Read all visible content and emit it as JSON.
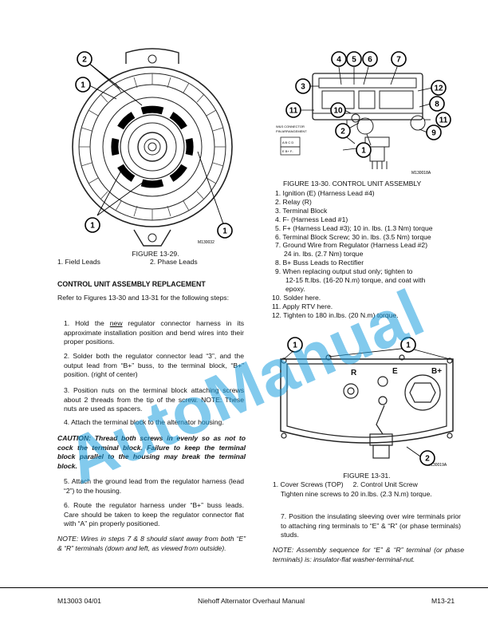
{
  "figure29": {
    "code": "M130032",
    "caption": "FIGURE 13-29.",
    "legend_1": "1. Field Leads",
    "legend_2": "2. Phase Leads",
    "callouts": [
      "2",
      "1",
      "1",
      "1"
    ]
  },
  "figure30": {
    "code": "M130018A",
    "caption": "FIGURE 13-30. CONTROL UNIT ASSEMBLY",
    "connector_title_1": "W&S CONNECTOR",
    "connector_title_2": "PIN ARRANGEMENT",
    "connector_pins_top": "A B C D",
    "connector_pins_bottom": "E B+ F-",
    "callouts": [
      "4",
      "5",
      "6",
      "7",
      "3",
      "12",
      "11",
      "10",
      "8",
      "11",
      "2",
      "9",
      "1"
    ],
    "items": [
      "1. Ignition (E) (Harness Lead #4)",
      "2. Relay (R)",
      "3. Terminal Block",
      "4. F- (Harness Lead #1)",
      "5. F+ (Harness Lead #3); 10 in. lbs. (1.3 Nm) torque",
      "6. Terminal Block Screw; 30 in. lbs. (3.5 Nm) torque",
      "7. Ground Wire from Regulator (Harness Lead #2)",
      "24 in. lbs. (2.7 Nm) torque",
      "8. B+ Buss Leads to Rectifier",
      "9. When replacing output stud only; tighten to",
      "12-15 ft.lbs. (16-20 N.m) torque, and coat with",
      "epoxy.",
      "10. Solder here.",
      "11. Apply RTV here.",
      "12. Tighten to 180 in.lbs. (20 N.m) torque."
    ]
  },
  "figure31": {
    "code": "M130019A",
    "caption": "FIGURE 13-31.",
    "terminal_r": "R",
    "terminal_e": "E",
    "terminal_bplus": "B+",
    "callouts": [
      "1",
      "1",
      "2"
    ],
    "legend_line1": "1. Cover Screws (TOP)     2. Control Unit Screw",
    "legend_line2": "Tighten nine screws to 20 in.lbs. (2.3 N.m) torque."
  },
  "section": {
    "heading": "CONTROL UNIT ASSEMBLY REPLACEMENT",
    "intro": "Refer to Figures 13-30 and 13-31 for the following steps:",
    "step1_prefix": "1. Hold the ",
    "step1_underlined": "new",
    "step1_rest": " regulator connector harness in its approximate installation position and bend wires into their proper positions.",
    "step2": "2. Solder both the regulator connector lead “3”, and the output lead from “B+” buss, to the terminal block, “B+” position. (right of center)",
    "step3": "3. Position nuts on the terminal block attaching screws about 2 threads from the tip of the screw. NOTE: These nuts are used as spacers.",
    "step4": "4. Attach the terminal block to the alternator housing.",
    "caution": "CAUTION: Thread both screws in evenly so as not to cock the terminal block. Failure to keep the terminal block parallel to the housing may break the terminal block.",
    "step5": "5. Attach the ground lead from the regulator harness (lead “2”) to the housing.",
    "step6": "6. Route the regulator harness under “B+” buss leads. Care should be taken to keep the regulator connector flat with “A” pin properly positioned.",
    "note1": "NOTE: Wires in steps 7 & 8 should slant away from both “E” & “R” terminals (down and left, as viewed from outside).",
    "step7": "7. Position the insulating sleeving over wire terminals prior to attaching ring terminals to “E” & “R” (or phase terminals) studs.",
    "note2": "NOTE: Assembly sequence for “E” & “R” terminal (or phase terminals) is: insulator-flat washer-terminal-nut."
  },
  "watermark": "AutoManual",
  "footer": {
    "left": "M13003 04/01",
    "center": "Niehoff Alternator Overhaul Manual",
    "right": "M13-21"
  }
}
